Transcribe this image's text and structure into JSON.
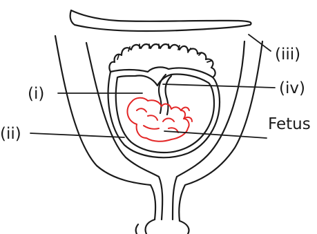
{
  "labels": {
    "i": "(i)",
    "ii": "(ii)",
    "iii": "(iii)",
    "iv": "(iv)",
    "fetus": "Fetus"
  },
  "colors": {
    "outline": "#1a1a1a",
    "fetus": "#e32626",
    "background": "#ffffff"
  }
}
